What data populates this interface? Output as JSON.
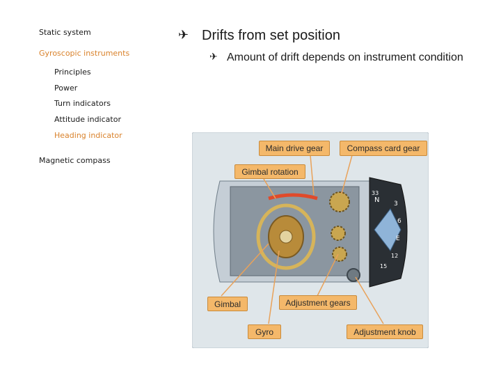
{
  "sidebar": {
    "static_system": "Static system",
    "gyroscopic_instruments": "Gyroscopic instruments",
    "items": [
      "Principles",
      "Power",
      "Turn indicators",
      "Attitude indicator",
      "Heading indicator"
    ],
    "magnetic_compass": "Magnetic compass"
  },
  "content": {
    "bullet_main": "Drifts from set position",
    "bullet_sub": "Amount of drift depends on instrument condition",
    "bullet_icon": "airplane-icon"
  },
  "figure": {
    "labels": {
      "main_drive_gear": "Main drive gear",
      "compass_card_gear": "Compass card gear",
      "gimbal_rotation": "Gimbal rotation",
      "gimbal": "Gimbal",
      "adjustment_gears": "Adjustment gears",
      "gyro": "Gyro",
      "adjustment_knob": "Adjustment knob"
    },
    "dial": [
      "N",
      "3",
      "6",
      "E",
      "12",
      "15",
      "33"
    ]
  },
  "colors": {
    "accent": "#d9822b",
    "callout": "#f4b86a",
    "figure_bg": "#dfe6ea"
  }
}
